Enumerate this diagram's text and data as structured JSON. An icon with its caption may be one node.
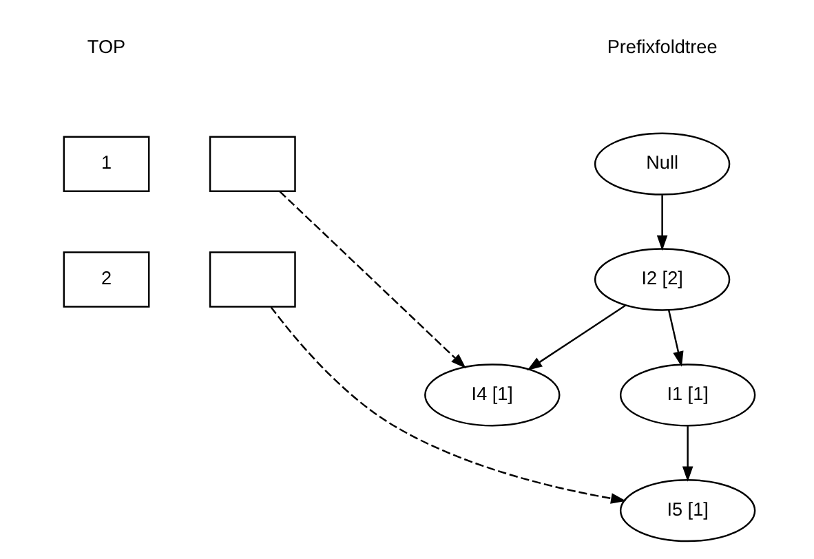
{
  "diagram": {
    "nodes": [
      {
        "text": [
          "1"
        ]
      },
      {
        "text": [],
        "shape": "box"
      },
      {
        "text": [
          "2"
        ]
      },
      {
        "text": [],
        "shape": "box"
      },
      {
        "text": [
          "Null"
        ]
      },
      {
        "text": [
          "I2 [2]"
        ]
      },
      {
        "text": [
          "I1 [1]"
        ]
      },
      {
        "text": [
          "I4 [1]"
        ]
      },
      {
        "text": [
          "I5 [1]"
        ]
      }
    ],
    "edges": [
      {
        "from": 4,
        "to": 5,
        "arrow": "to"
      },
      {
        "from": 5,
        "to": 6,
        "arrow": "to"
      },
      {
        "from": 5,
        "to": 7,
        "arrow": "to"
      },
      {
        "from": 6,
        "to": 8,
        "arrow": "to"
      },
      {
        "from": 1,
        "to": 7,
        "arrow": "to",
        "style": "dashed"
      },
      {
        "from": 3,
        "to": 8,
        "arrow": "to",
        "style": "dashed"
      }
    ],
    "labels": [
      "Prefixfoldtree",
      "TOP"
    ]
  }
}
